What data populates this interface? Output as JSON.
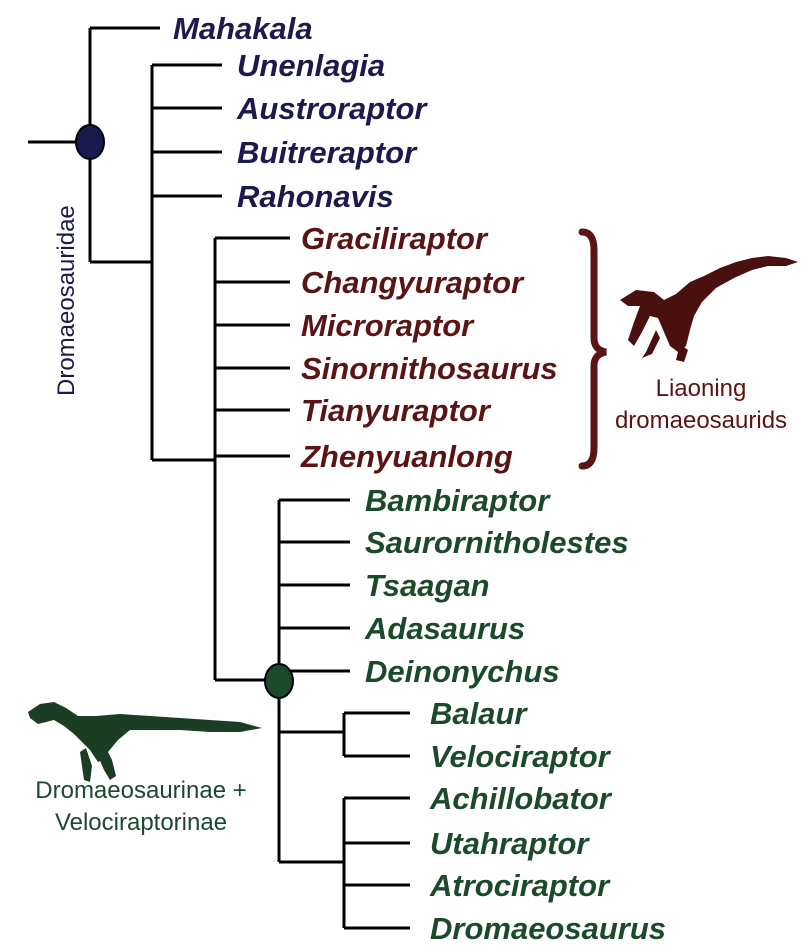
{
  "colors": {
    "line": "#000000",
    "basal": "#1a1a4e",
    "liaoning": "#5a1414",
    "dromaeosaurinae": "#1a4a2a",
    "silhouette_liaoning": "#4a1010",
    "silhouette_velociraptor": "#1a3d24"
  },
  "icons": {
    "liaoning_silhouette": "microraptor-silhouette-icon",
    "dromaeosaurinae_silhouette": "velociraptor-silhouette-icon"
  },
  "labels": {
    "dromaeosauridae": "Dromaeosauridae",
    "liaoning_line1": "Liaoning",
    "liaoning_line2": "dromaeosaurids",
    "dromaeosaurinae_line1": "Dromaeosaurinae +",
    "dromaeosaurinae_line2": "Velociraptorinae"
  },
  "taxa": {
    "basal": [
      "Mahakala",
      "Unenlagia",
      "Austroraptor",
      "Buitreraptor",
      "Rahonavis"
    ],
    "liaoning": [
      "Graciliraptor",
      "Changyuraptor",
      "Microraptor",
      "Sinornithosaurus",
      "Tianyuraptor",
      "Zhenyuanlong"
    ],
    "eudromaeosaurs": [
      "Bambiraptor",
      "Saurornitholestes",
      "Tsaagan",
      "Adasaurus",
      "Deinonychus",
      "Balaur",
      "Velociraptor",
      "Achillobator",
      "Utahraptor",
      "Atrociraptor",
      "Dromaeosaurus"
    ]
  }
}
